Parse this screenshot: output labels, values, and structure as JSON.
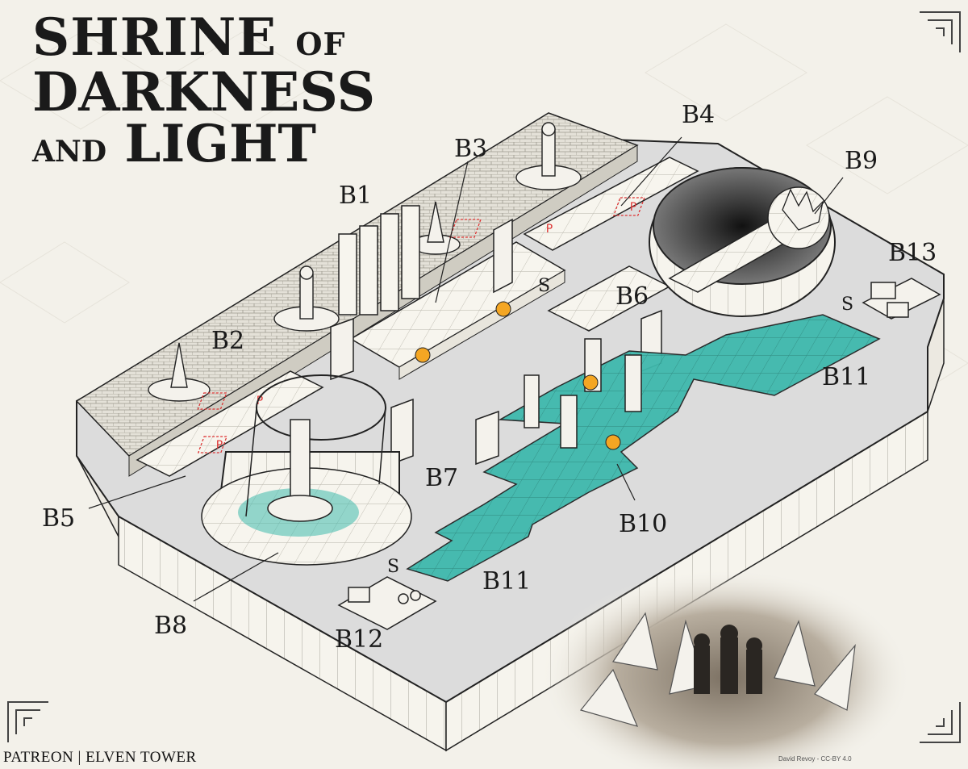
{
  "title": {
    "line1_main": "SHRINE",
    "line1_small": "OF",
    "line2": "DARKNESS",
    "line3_small": "AND",
    "line3_main": "LIGHT"
  },
  "areas": [
    "B1",
    "B2",
    "B3",
    "B4",
    "B5",
    "B6",
    "B7",
    "B8",
    "B9",
    "B10",
    "B11",
    "B11",
    "B12",
    "B13"
  ],
  "labels": {
    "b1": "B1",
    "b2": "B2",
    "b3": "B3",
    "b4": "B4",
    "b5": "B5",
    "b6": "B6",
    "b7": "B7",
    "b8": "B8",
    "b9": "B9",
    "b10": "B10",
    "b11a": "B11",
    "b11b": "B11",
    "b12": "B12",
    "b13": "B13"
  },
  "markers": {
    "secret": "S",
    "pressure_plate": "P"
  },
  "footer": {
    "left": "PATREON",
    "right": "ELVEN TOWER"
  },
  "credit": "David Revoy - CC-BY 4.0",
  "colors": {
    "water": "#3fb9ad",
    "stone": "#f7f5ee",
    "wall_shadow": "#dcdad2",
    "ink": "#1a1a1a",
    "floor": "#d9d9d9",
    "trap": "#d33"
  }
}
